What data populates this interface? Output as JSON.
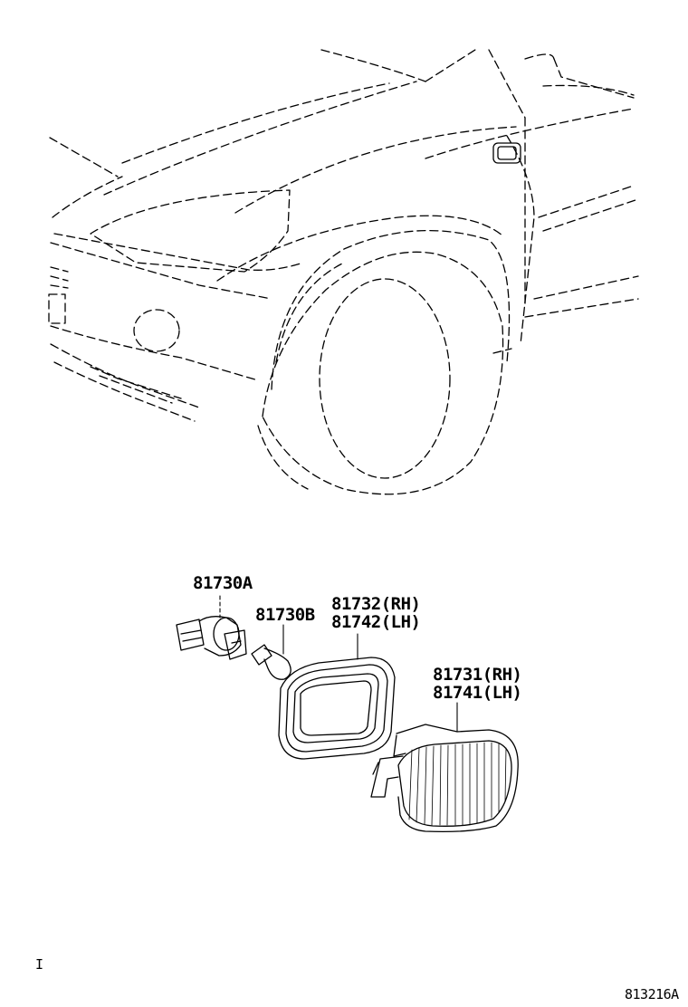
{
  "callouts": {
    "socket": "81730A",
    "bulb": "81730B",
    "gasket_rh": "81732(RH)",
    "gasket_lh": "81742(LH)",
    "lamp_rh": "81731(RH)",
    "lamp_lh": "81741(LH)"
  },
  "corner_mark": "I",
  "illustration_code": "813216A"
}
